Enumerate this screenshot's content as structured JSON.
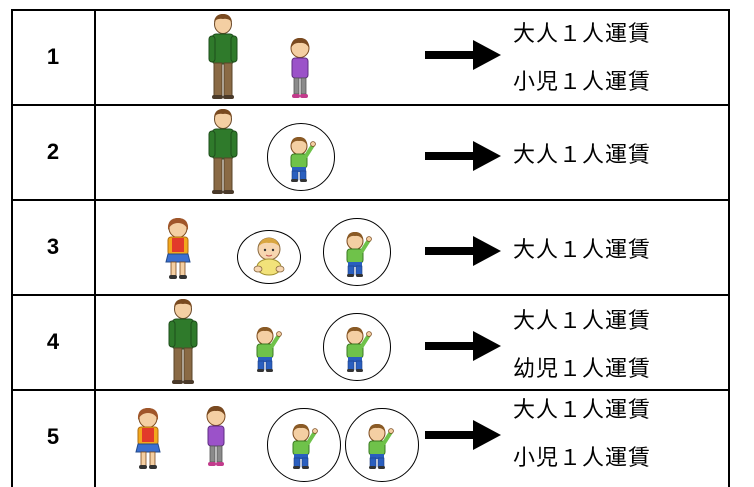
{
  "rows": [
    {
      "number": "1",
      "fares": [
        "大人１人運賃",
        "小児１人運賃"
      ]
    },
    {
      "number": "2",
      "fares": [
        "大人１人運賃"
      ]
    },
    {
      "number": "3",
      "fares": [
        "大人１人運賃"
      ]
    },
    {
      "number": "4",
      "fares": [
        "大人１人運賃",
        "幼児１人運賃"
      ]
    },
    {
      "number": "5",
      "fares": [
        "大人１人運賃",
        "小児１人運賃"
      ]
    }
  ],
  "icons": {
    "man": "adult-man-icon",
    "woman": "adult-woman-icon",
    "girl": "girl-child-icon",
    "boy": "boy-waving-icon",
    "baby": "baby-icon",
    "arrow": "right-arrow-icon"
  }
}
